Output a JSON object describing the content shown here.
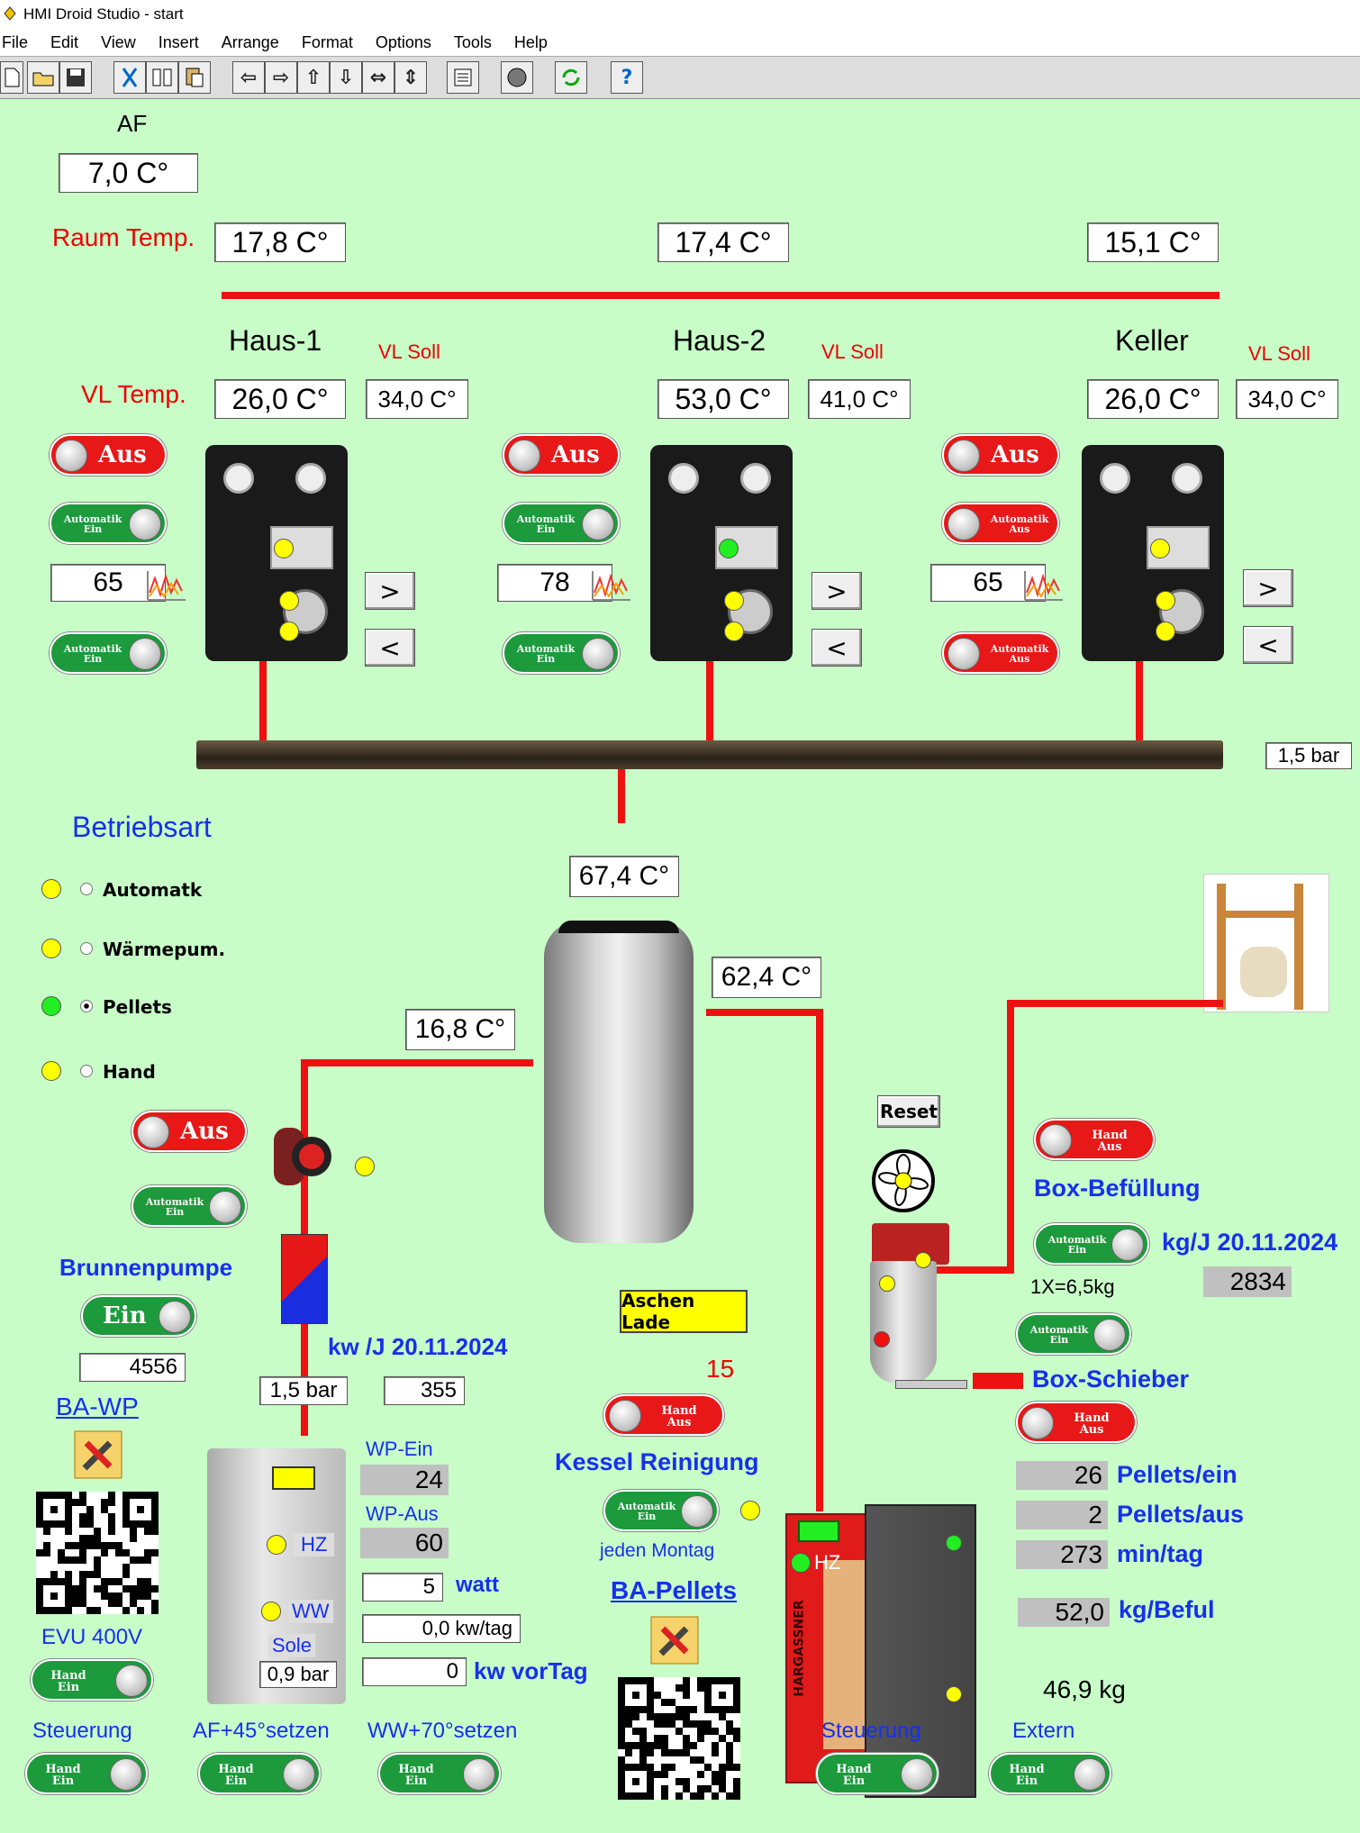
{
  "window": {
    "title": "HMI Droid Studio - start"
  },
  "menu": [
    "File",
    "Edit",
    "View",
    "Insert",
    "Arrange",
    "Format",
    "Options",
    "Tools",
    "Help"
  ],
  "toolbar": {
    "icons": [
      "new-icon",
      "open-icon",
      "save-icon",
      "cut-icon",
      "copy-icon",
      "paste-icon",
      "align-left-icon",
      "align-right-icon",
      "align-top-icon",
      "align-bottom-icon",
      "same-width-icon",
      "same-height-icon",
      "properties-icon",
      "record-icon",
      "refresh-icon",
      "help-icon"
    ],
    "help_label": "?"
  },
  "af": {
    "label": "AF",
    "value": "7,0 C°"
  },
  "raum": {
    "label": "Raum Temp.",
    "values": [
      "17,8 C°",
      "17,4 C°",
      "15,1 C°"
    ]
  },
  "vl_temp_label": "VL Temp.",
  "vl_soll_label": "VL Soll",
  "zones": [
    {
      "name": "Haus-1",
      "vl": "26,0 C°",
      "soll": "34,0 C°",
      "pump": "Aus",
      "mode1": "Automatik Ein",
      "setpoint": "65",
      "mode2": "Automatik Ein"
    },
    {
      "name": "Haus-2",
      "vl": "53,0 C°",
      "soll": "41,0 C°",
      "pump": "Aus",
      "mode1": "Automatik Ein",
      "setpoint": "78",
      "mode2": "Automatik Ein"
    },
    {
      "name": "Keller",
      "vl": "26,0 C°",
      "soll": "34,0 C°",
      "pump": "Aus",
      "mode1": "Automatik Aus",
      "setpoint": "65",
      "mode2": "Automatik Aus"
    }
  ],
  "arrows": {
    "right": ">",
    "left": "<"
  },
  "pressure_main": "1,5 bar",
  "betriebsart": {
    "title": "Betriebsart",
    "options": [
      "Automatk",
      "Wärmepum.",
      "Pellets",
      "Hand"
    ],
    "selected": 2
  },
  "tank": {
    "top": "67,4 C°",
    "left": "16,8 C°",
    "right": "62,4 C°"
  },
  "brunnen": {
    "pump": "Aus",
    "mode": "Automatik Ein",
    "label": "Brunnenpumpe",
    "ein": "Ein",
    "counter": "4556",
    "kw_label": "kw /J 20.11.2024",
    "pressure": "1,5 bar",
    "kw_value": "355"
  },
  "ba_wp": {
    "label": "BA-WP",
    "evu": "EVU 400V",
    "evu_toggle": "Hand Ein"
  },
  "wp": {
    "hz": "HZ",
    "ww": "WW",
    "sole": "Sole",
    "sole_bar": "0,9 bar",
    "ein_label": "WP-Ein",
    "ein": "24",
    "aus_label": "WP-Aus",
    "aus": "60",
    "watt": "5",
    "watt_label": "watt",
    "kwtag": "0,0 kw/tag",
    "vortag": "0",
    "vortag_label": "kw vorTag"
  },
  "kessel": {
    "ashes": "Aschen Lade",
    "count": "15",
    "reinigung_toggle": "Hand Aus",
    "reinigung": "Kessel Reinigung",
    "reinigung_auto": "Automatik Ein",
    "jeden": "jeden Montag",
    "ba_pellets": "BA-Pellets",
    "hz": "HZ",
    "brand": "HARGASSNER"
  },
  "box": {
    "reset": "Reset",
    "fuell_toggle": "Hand Aus",
    "fuell_label": "Box-Befüllung",
    "auto1": "Automatik Ein",
    "kgj_label": "kg/J 20.11.2024",
    "kgj": "2834",
    "onex": "1X=6,5kg",
    "auto2": "Automatik Ein",
    "schieber": "Box-Schieber",
    "schieber_toggle": "Hand Aus"
  },
  "stats": [
    {
      "v": "26",
      "l": "Pellets/ein"
    },
    {
      "v": "2",
      "l": "Pellets/aus"
    },
    {
      "v": "273",
      "l": "min/tag"
    },
    {
      "v": "52,0",
      "l": "kg/Beful"
    }
  ],
  "kg": "46,9 kg",
  "bottom": [
    {
      "label": "Steuerung",
      "toggle": "Hand Ein"
    },
    {
      "label": "AF+45°setzen",
      "toggle": "Hand Ein"
    },
    {
      "label": "WW+70°setzen",
      "toggle": "Hand Ein"
    },
    {
      "label": "Steuerung",
      "toggle": "Hand Ein"
    },
    {
      "label": "Extern",
      "toggle": "Hand Ein"
    }
  ]
}
